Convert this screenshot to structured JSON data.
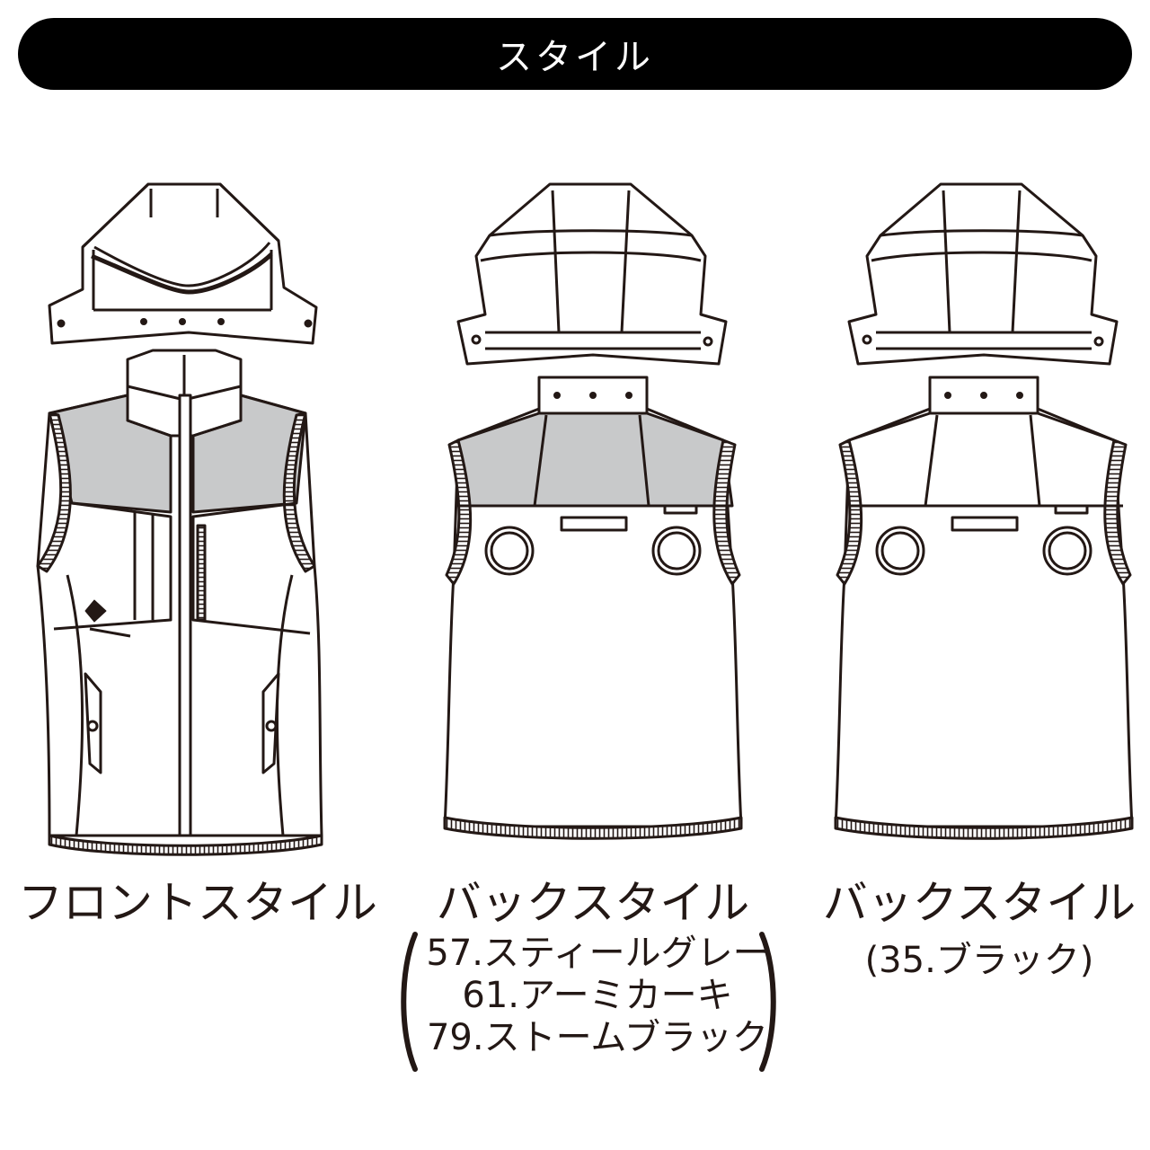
{
  "header": {
    "title": "スタイル"
  },
  "views": {
    "front": {
      "label": "フロントスタイル"
    },
    "back_main": {
      "label": "バックスタイル",
      "colors": [
        "57.スティールグレー",
        "61.アーミカーキ",
        "79.ストームブラック"
      ]
    },
    "back_alt": {
      "label": "バックスタイル",
      "note": "(35.ブラック)"
    }
  },
  "colors": {
    "bar": "#000000",
    "line": "#231815",
    "yoke_gray": "#c8c9ca"
  }
}
